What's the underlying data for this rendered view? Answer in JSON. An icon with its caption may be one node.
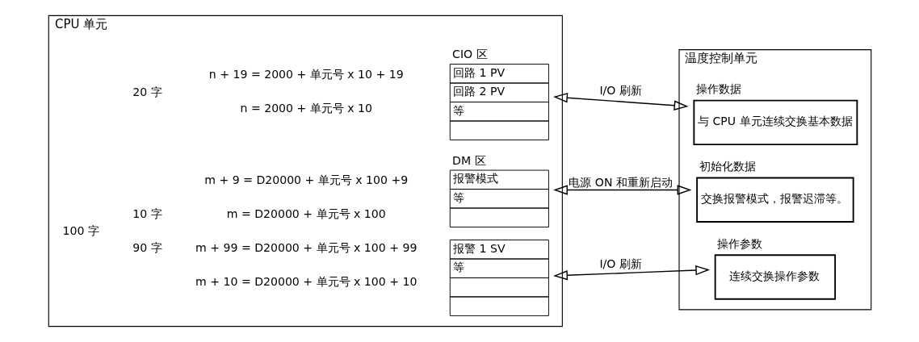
{
  "diagram": {
    "nodes": [
      {
        "text": [
          "CPU 单元"
        ]
      },
      {
        "text": [
          "回路 1 PV",
          "回路 2 PV",
          "等"
        ],
        "beside": [
          "CIO 区"
        ],
        "in": 0
      },
      {
        "text": [
          "报警模式",
          "等"
        ],
        "beside": [
          "DM 区"
        ],
        "in": 0
      },
      {
        "text": [
          "报警 1 SV",
          "等"
        ],
        "in": 0
      },
      {
        "text": [
          "温度控制单元"
        ]
      },
      {
        "text": [
          "与 CPU 单元连续交换基本数据"
        ],
        "beside": [
          "操作数据"
        ],
        "in": 4
      },
      {
        "text": [
          "交换报警模式，报警迟滞等。"
        ],
        "beside": [
          "初始化数据"
        ],
        "in": 4
      },
      {
        "text": [
          "连续交换操作参数"
        ],
        "beside": [
          "操作参数"
        ],
        "in": 4
      }
    ],
    "edges": [
      {
        "from": 1,
        "to": 5,
        "arrow": "both",
        "label": "I/O 刷新"
      },
      {
        "from": 2,
        "to": 6,
        "arrow": "both",
        "label": "电源 ON 和重新启动"
      },
      {
        "from": 3,
        "to": 7,
        "arrow": "both",
        "label": "I/O 刷新"
      }
    ],
    "labels": [
      "20 字",
      "n = 2000 + 单元号 x 10",
      "n + 19 = 2000 + 单元号 x 10 + 19",
      "100 字",
      "10 字",
      "m = D20000 + 单元号 x 100",
      "m + 9 = D20000 + 单元号 x 100 +9",
      "90 字",
      "m + 10 = D20000 + 单元号 x 100 + 10",
      "m + 99 = D20000 + 单元号 x 100 + 99"
    ]
  }
}
